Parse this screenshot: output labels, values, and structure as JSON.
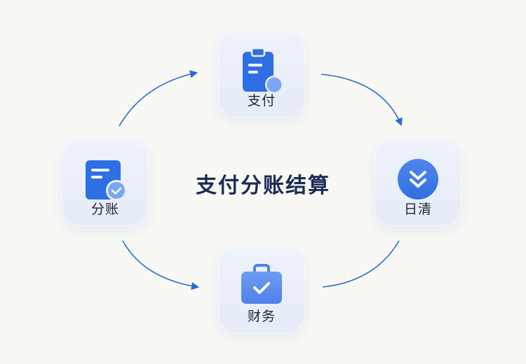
{
  "title": "支付分账结算",
  "nodes": {
    "pay": {
      "label": "支付",
      "icon": "clipboard-badge-icon"
    },
    "split": {
      "label": "分账",
      "icon": "document-check-icon"
    },
    "daily": {
      "label": "日清",
      "icon": "double-chevron-down-icon"
    },
    "fin": {
      "label": "财务",
      "icon": "briefcase-check-icon"
    }
  },
  "colors": {
    "primary": "#2f6fe4",
    "light": "#7aa6f5",
    "arrow": "#2b67d6",
    "title": "#1c2a55"
  }
}
